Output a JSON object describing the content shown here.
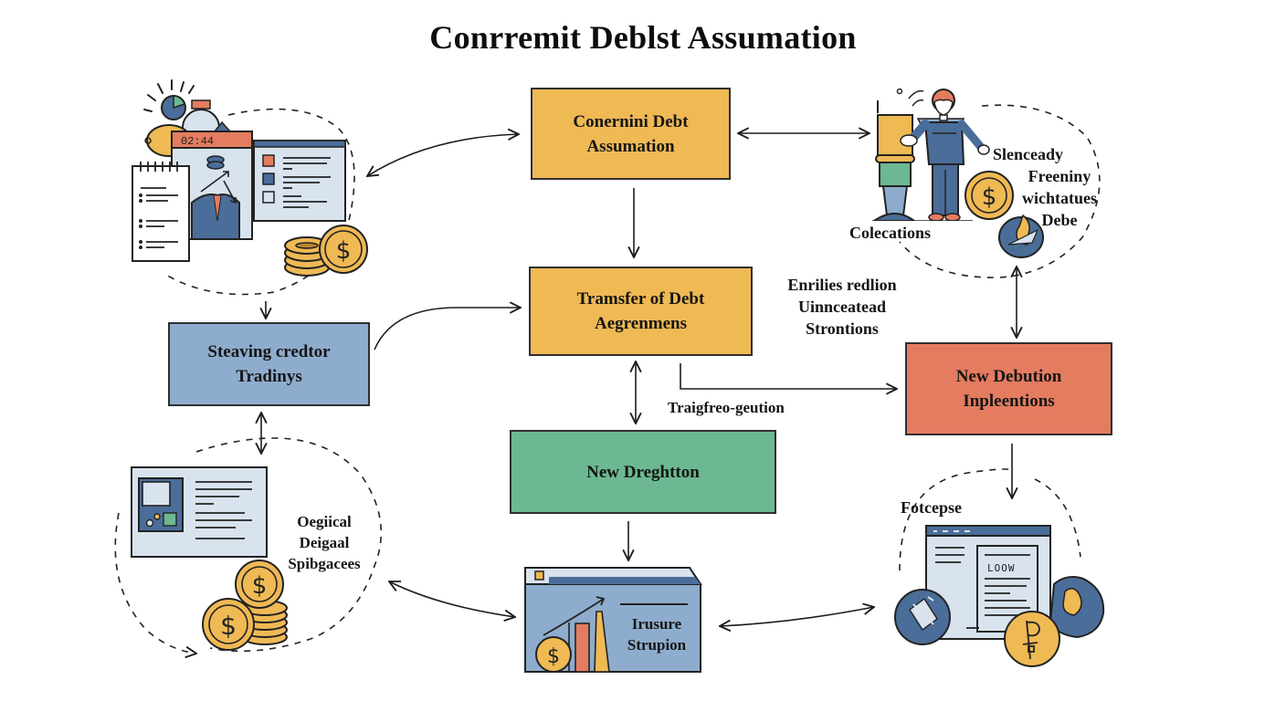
{
  "diagram": {
    "title": "Conrremit Deblst Assumation",
    "nodes": {
      "consent": {
        "line1": "Conernini Debt",
        "line2": "Assumation",
        "color": "#efb954"
      },
      "transfer": {
        "line1": "Tramsfer of Debt",
        "line2": "Aegrenmens",
        "color": "#efb954"
      },
      "creditor": {
        "line1": "Steaving credtor",
        "line2": "Tradinys",
        "color": "#8eaccd"
      },
      "new_debtor": {
        "line1": "New Dreghtton",
        "color": "#6cb893"
      },
      "implementations": {
        "line1": "New Debution",
        "line2": "Inpleentions",
        "color": "#e47c60"
      }
    },
    "annotations": {
      "stakeholder_notes": {
        "line1": "Enrilies redlion",
        "line2": "Uinnceatead",
        "line3": "Strontions"
      },
      "negotiation": "Traigfreo-geution",
      "collections": "Colecations",
      "right_notes": {
        "line1": "Slenceady",
        "line2": "Freeniny",
        "line3": "wichtatues",
        "line4": "Debe"
      },
      "legal": {
        "line1": "Oegiical",
        "line2": "Deigaal",
        "line3": "Spibgacees"
      },
      "insurance": {
        "line1": "Irusure",
        "line2": "Strupion"
      },
      "forecast": "Fotcepse",
      "document_heading": "LOOW",
      "timer_readout": "02:44"
    },
    "icons": [
      "report-dashboard-icon",
      "gold-coins-icon",
      "person-with-document-icon",
      "dollar-coin-icon",
      "money-bag-icon",
      "profile-card-icon",
      "coin-stack-icon",
      "growth-chart-window-icon",
      "document-window-icon",
      "gear-circle-icon",
      "ruble-coin-icon"
    ],
    "connections": [
      {
        "from": "consent",
        "to": "left-illustration",
        "type": "bidirectional"
      },
      {
        "from": "consent",
        "to": "right-illustration",
        "type": "bidirectional"
      },
      {
        "from": "consent",
        "to": "transfer",
        "type": "directed"
      },
      {
        "from": "left-illustration",
        "to": "creditor",
        "type": "directed"
      },
      {
        "from": "creditor",
        "to": "transfer",
        "type": "directed"
      },
      {
        "from": "creditor",
        "to": "legal-illustration",
        "type": "bidirectional"
      },
      {
        "from": "transfer",
        "to": "new_debtor",
        "type": "bidirectional"
      },
      {
        "from": "transfer",
        "to": "implementations",
        "type": "directed"
      },
      {
        "from": "right-illustration",
        "to": "implementations",
        "type": "bidirectional"
      },
      {
        "from": "implementations",
        "to": "forecast-illustration",
        "type": "directed"
      },
      {
        "from": "new_debtor",
        "to": "insurance-illustration",
        "type": "directed"
      },
      {
        "from": "legal-illustration",
        "to": "insurance-illustration",
        "type": "bidirectional"
      },
      {
        "from": "insurance-illustration",
        "to": "forecast-illustration",
        "type": "bidirectional"
      }
    ]
  }
}
